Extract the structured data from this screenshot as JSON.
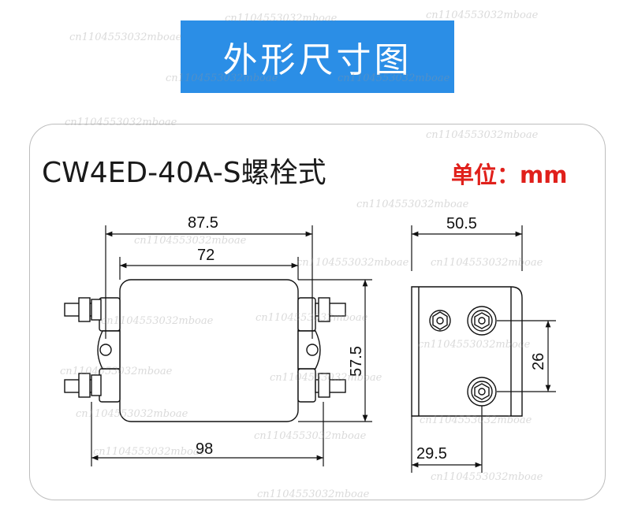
{
  "header": {
    "title": "外形尺寸图"
  },
  "model": {
    "title": "CW4ED-40A-S螺栓式"
  },
  "unit": {
    "label": "单位：mm"
  },
  "dimensions": {
    "overall_length": "87.5",
    "body_length": "72",
    "overall_width": "98",
    "height": "57.5",
    "depth": "50.5",
    "terminal_spacing": "26",
    "terminal_offset": "29.5"
  },
  "watermark": {
    "text": "cn1104553032mboae"
  },
  "colors": {
    "header_bg": "#2b8ee6",
    "unit_text": "#e0201b",
    "card_border": "#bdbdbd"
  }
}
